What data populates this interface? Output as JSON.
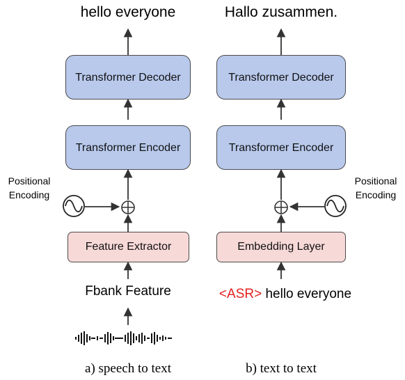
{
  "left": {
    "output": "hello everyone",
    "decoder": "Transformer Decoder",
    "encoder": "Transformer Encoder",
    "positional_encoding": "Positional Encoding",
    "frontend": "Feature Extractor",
    "input": "Fbank Feature",
    "caption": "a) speech to text"
  },
  "right": {
    "output": "Hallo zusammen.",
    "decoder": "Transformer Decoder",
    "encoder": "Transformer Encoder",
    "positional_encoding": "Positional Encoding",
    "frontend": "Embedding Layer",
    "input_tag": "<ASR>",
    "input_text": "hello everyone",
    "caption": "b) text to text"
  },
  "colors": {
    "transformer_box": "#b8c9ec",
    "frontend_box": "#f7d9d8",
    "tag_text": "#e02020"
  },
  "icons": [
    "sine-wave-icon",
    "plus-circle-icon",
    "waveform-icon"
  ]
}
